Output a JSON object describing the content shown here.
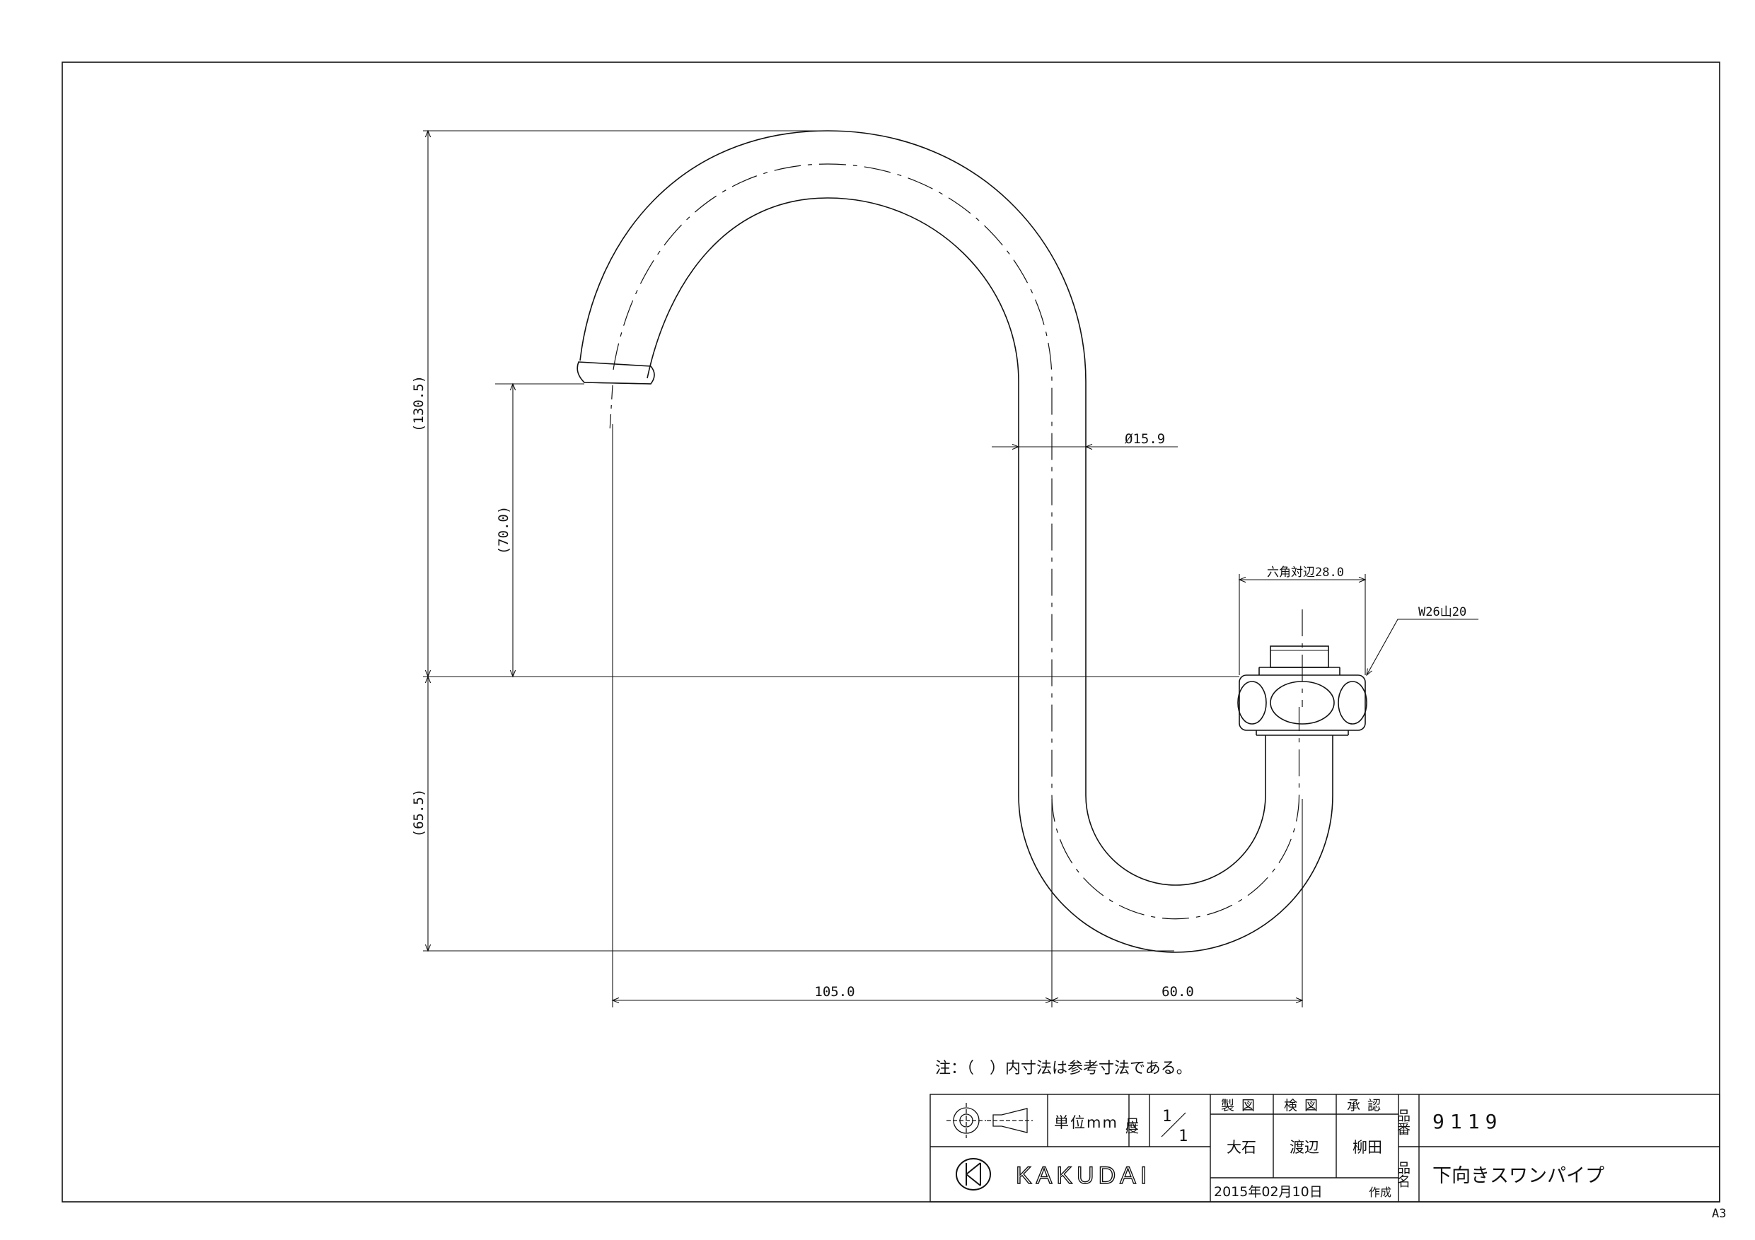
{
  "sheet_size": "A3",
  "dimensions": {
    "height_total": "(130.5)",
    "outlet_height": "(70.0)",
    "lower_height": "(65.5)",
    "pipe_diameter": "Ø15.9",
    "hex_across_flats": "六角対辺28.0",
    "thread": "W26山20",
    "reach": "105.0",
    "offset": "60.0"
  },
  "note": "注：（　）内寸法は参考寸法である。",
  "title_block": {
    "unit_label": "単位mm",
    "scale_label": "尺度",
    "scale_num": "1",
    "scale_den": "1",
    "drawn_label": "製図",
    "checked_label": "検図",
    "approved_label": "承認",
    "drawn_by": "大石",
    "checked_by": "渡辺",
    "approved_by": "柳田",
    "date": "2015年02月10日",
    "date_suffix": "作成",
    "part_no_label": "品番",
    "part_no": "9119",
    "part_name_label": "品名",
    "part_name": "下向きスワンパイプ",
    "brand": "KAKUDAI"
  }
}
